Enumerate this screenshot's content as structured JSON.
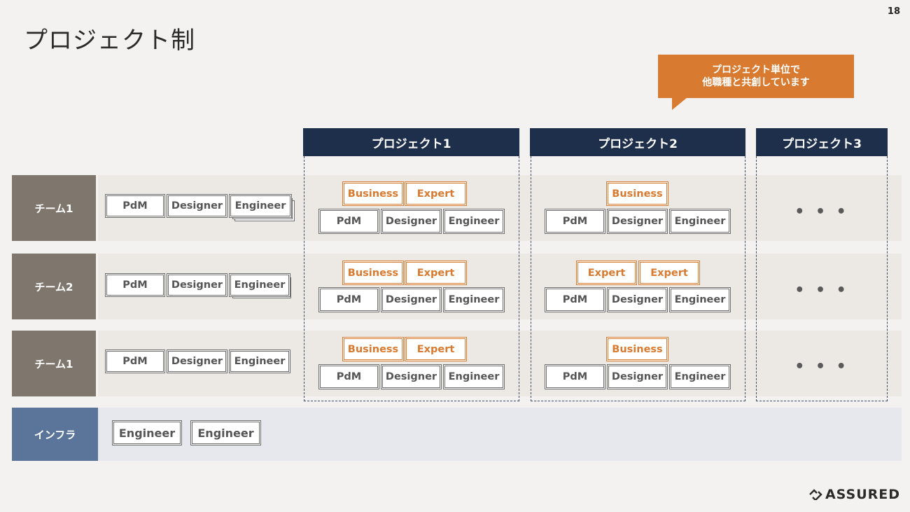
{
  "page_number": "18",
  "title": "プロジェクト制",
  "callout": {
    "line1": "プロジェクト単位で",
    "line2": "他職種と共創しています"
  },
  "projects": [
    "プロジェクト1",
    "プロジェクト2",
    "プロジェクト3"
  ],
  "ellipsis": "• • •",
  "teams": [
    {
      "label": "チーム1",
      "base": [
        "PdM",
        "Designer",
        "Engineer"
      ],
      "p1_top": [
        "Business",
        "Expert"
      ],
      "p1_bottom": [
        "PdM",
        "Designer",
        "Engineer"
      ],
      "p2_top": [
        "Business"
      ],
      "p2_bottom": [
        "PdM",
        "Designer",
        "Engineer"
      ]
    },
    {
      "label": "チーム2",
      "base": [
        "PdM",
        "Designer",
        "Engineer"
      ],
      "p1_top": [
        "Business",
        "Expert"
      ],
      "p1_bottom": [
        "PdM",
        "Designer",
        "Engineer"
      ],
      "p2_top": [
        "Expert",
        "Expert"
      ],
      "p2_bottom": [
        "PdM",
        "Designer",
        "Engineer"
      ]
    },
    {
      "label": "チーム1",
      "base": [
        "PdM",
        "Designer",
        "Engineer"
      ],
      "p1_top": [
        "Business",
        "Expert"
      ],
      "p1_bottom": [
        "PdM",
        "Designer",
        "Engineer"
      ],
      "p2_top": [
        "Business"
      ],
      "p2_bottom": [
        "PdM",
        "Designer",
        "Engineer"
      ]
    }
  ],
  "infra": {
    "label": "インフラ",
    "members": [
      "Engineer",
      "Engineer"
    ]
  },
  "logo": "ASSURED",
  "colors": {
    "navy": "#1e2f4c",
    "orange": "#d87a2f",
    "team": "#7f776d",
    "infra": "#5a7599"
  }
}
